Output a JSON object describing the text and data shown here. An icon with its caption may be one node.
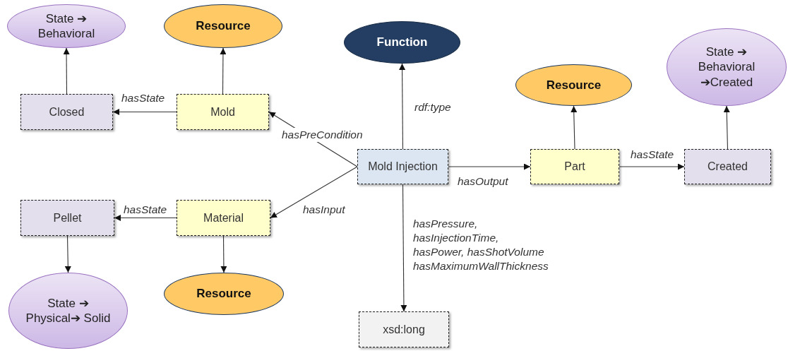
{
  "diagram": {
    "nodes": [
      {
        "text": [
          "State ➔ Behavioral"
        ]
      },
      {
        "text": [
          "Resource"
        ]
      },
      {
        "text": [
          "Function"
        ]
      },
      {
        "text": [
          "Closed"
        ]
      },
      {
        "text": [
          "Mold"
        ]
      },
      {
        "text": [
          "Mold Injection"
        ]
      },
      {
        "text": [
          "Resource"
        ]
      },
      {
        "text": [
          "State ➔ Behavioral ➔Created"
        ]
      },
      {
        "text": [
          "Part"
        ]
      },
      {
        "text": [
          "Created"
        ]
      },
      {
        "text": [
          "Pellet"
        ]
      },
      {
        "text": [
          "Material"
        ]
      },
      {
        "text": [
          "State ➔ Physical➔ Solid"
        ]
      },
      {
        "text": [
          "Resource"
        ]
      },
      {
        "text": [
          "xsd:long"
        ]
      }
    ],
    "edges": [
      {
        "from": 3,
        "to": 0,
        "arrow": "to"
      },
      {
        "from": 4,
        "to": 1,
        "arrow": "to"
      },
      {
        "from": 4,
        "to": 3,
        "arrow": "to",
        "label": "hasState"
      },
      {
        "from": 5,
        "to": 4,
        "arrow": "to",
        "label": "hasPreCondition"
      },
      {
        "from": 5,
        "to": 2,
        "arrow": "to",
        "label": "rdf:type"
      },
      {
        "from": 5,
        "to": 8,
        "arrow": "to",
        "label": "hasOutput"
      },
      {
        "from": 8,
        "to": 6,
        "arrow": "to"
      },
      {
        "from": 8,
        "to": 9,
        "arrow": "to",
        "label": "hasState"
      },
      {
        "from": 9,
        "to": 7,
        "arrow": "to"
      },
      {
        "from": 5,
        "to": 11,
        "arrow": "to",
        "label": "hasInput"
      },
      {
        "from": 11,
        "to": 10,
        "arrow": "to",
        "label": "hasState"
      },
      {
        "from": 10,
        "to": 12,
        "arrow": "to"
      },
      {
        "from": 11,
        "to": 13,
        "arrow": "to"
      },
      {
        "from": 5,
        "to": 14,
        "arrow": "to",
        "label": "hasPressure, hasInjectionTime, hasPower, hasShotVolume hasMaximumWallThickness"
      }
    ]
  }
}
